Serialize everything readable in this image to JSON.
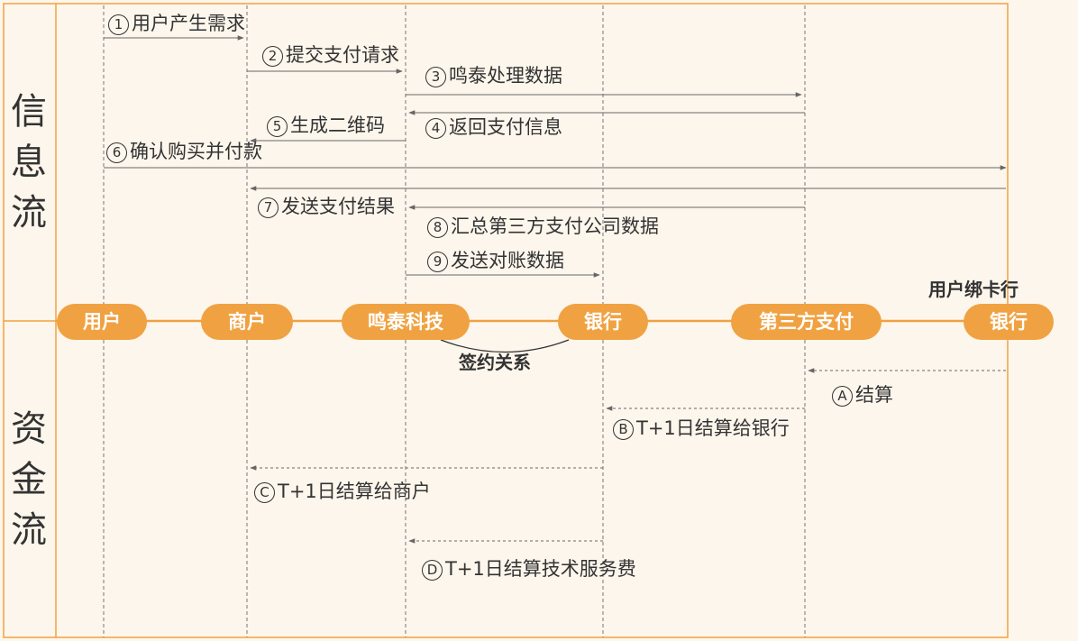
{
  "colors": {
    "frame": "#f0a242",
    "lane_fill": "#f0a242",
    "lane_text": "#ffffff",
    "arrow": "#666666",
    "background": "#fdf6ec"
  },
  "sections": {
    "info": [
      "信",
      "息",
      "流"
    ],
    "money": [
      "资",
      "金",
      "流"
    ]
  },
  "lanes": [
    "用户",
    "商户",
    "鸣泰科技",
    "银行",
    "第三方支付",
    "银行"
  ],
  "bank_label": "用户绑卡行",
  "contract_label": "签约关系",
  "info_messages": [
    {
      "num": "1",
      "text": "用户产生需求"
    },
    {
      "num": "2",
      "text": "提交支付请求"
    },
    {
      "num": "3",
      "text": "鸣泰处理数据"
    },
    {
      "num": "4",
      "text": "返回支付信息"
    },
    {
      "num": "5",
      "text": "生成二维码"
    },
    {
      "num": "6",
      "text": "确认购买并付款"
    },
    {
      "num": "7",
      "text": "发送支付结果"
    },
    {
      "num": "8",
      "text": "汇总第三方支付公司数据"
    },
    {
      "num": "9",
      "text": "发送对账数据"
    }
  ],
  "money_messages": [
    {
      "num": "A",
      "text": "结算"
    },
    {
      "num": "B",
      "text": "T+1日结算给银行"
    },
    {
      "num": "C",
      "text": "T+1日结算给商户"
    },
    {
      "num": "D",
      "text": "T+1日结算技术服务费"
    }
  ]
}
